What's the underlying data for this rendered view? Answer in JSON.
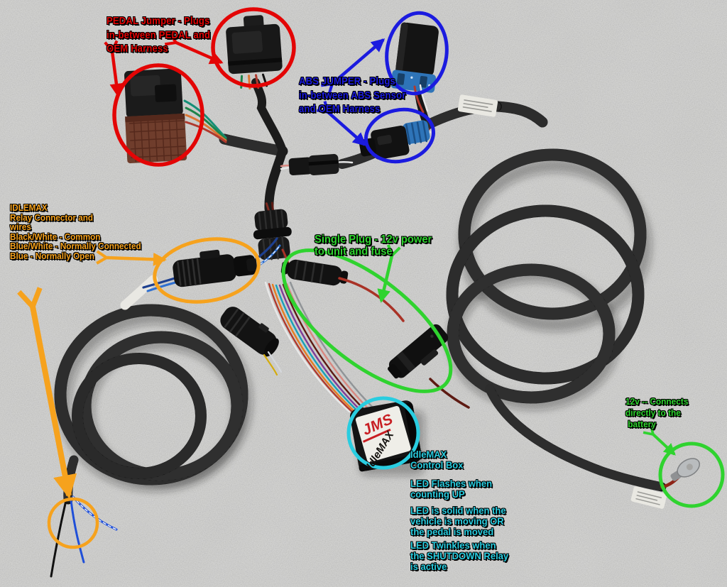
{
  "title": "IdleMAX harness annotated photo",
  "colors": {
    "red": "#e30505",
    "blue": "#1b1bdf",
    "orange": "#f6a21d",
    "green": "#2fd32f",
    "cyan": "#29cde0",
    "background": "#b3b3b1"
  },
  "callouts": {
    "pedal": {
      "text": "PEDAL Jumper - Plugs\nin-between PEDAL and\nOEM Harness"
    },
    "abs": {
      "text": "ABS JUMPER - Plugs\nin-between ABS Sensor\nand OEM Harness"
    },
    "relay": {
      "text": "IDLEMAX\nRelay Connector and\nwires\nBlack/White - Common\nBlue/White - Normally Connected\nBlue - Normally Open"
    },
    "single_plug": {
      "text": "Single Plug - 12v power\nto unit and fuse"
    },
    "battery": {
      "text": "12v -- Connects\ndirectly to the\n battery"
    },
    "control_box": {
      "text": "IdleMAX\nControl Box"
    },
    "led_flash": {
      "text": "LED Flashes when\ncounting UP"
    },
    "led_solid": {
      "text": "LED is solid when the\nvehicle is moving OR\nthe pedal is moved"
    },
    "led_twinkle": {
      "text": "LED Twinkles when\nthe SHUTDOWN Relay\nis active"
    }
  },
  "device_label": {
    "brand": "JMS",
    "model": "IdleMAX"
  }
}
